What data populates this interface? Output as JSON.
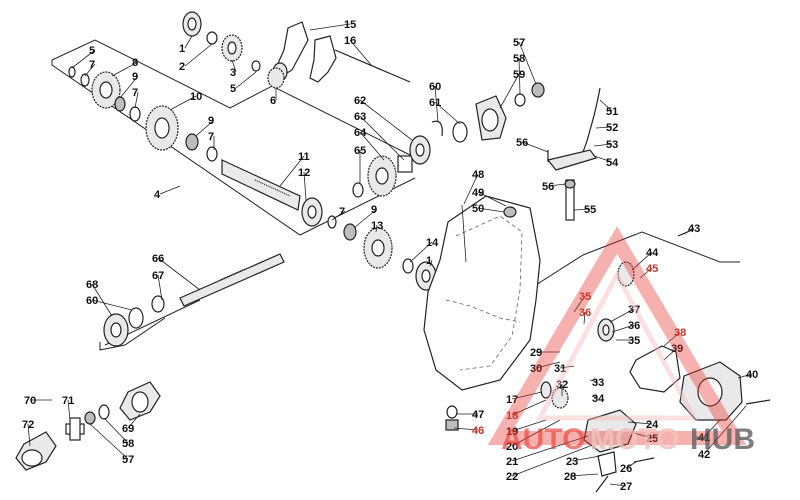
{
  "diagram": {
    "callouts": [
      {
        "id": "c1a",
        "label": "1"
      },
      {
        "id": "c2",
        "label": "2"
      },
      {
        "id": "c3",
        "label": "3"
      },
      {
        "id": "c5a",
        "label": "5"
      },
      {
        "id": "c6",
        "label": "6"
      },
      {
        "id": "c15",
        "label": "15"
      },
      {
        "id": "c16",
        "label": "16"
      },
      {
        "id": "c5b",
        "label": "5"
      },
      {
        "id": "c7a",
        "label": "7"
      },
      {
        "id": "c8",
        "label": "8"
      },
      {
        "id": "c9a",
        "label": "9"
      },
      {
        "id": "c7b",
        "label": "7"
      },
      {
        "id": "c10",
        "label": "10"
      },
      {
        "id": "c9b",
        "label": "9"
      },
      {
        "id": "c7c",
        "label": "7"
      },
      {
        "id": "c4",
        "label": "4"
      },
      {
        "id": "c11",
        "label": "11"
      },
      {
        "id": "c12",
        "label": "12"
      },
      {
        "id": "c62",
        "label": "62"
      },
      {
        "id": "c63",
        "label": "63"
      },
      {
        "id": "c64",
        "label": "64"
      },
      {
        "id": "c65",
        "label": "65"
      },
      {
        "id": "c60a",
        "label": "60"
      },
      {
        "id": "c61",
        "label": "61"
      },
      {
        "id": "c57a",
        "label": "57"
      },
      {
        "id": "c58a",
        "label": "58"
      },
      {
        "id": "c59",
        "label": "59"
      },
      {
        "id": "c51",
        "label": "51"
      },
      {
        "id": "c52",
        "label": "52"
      },
      {
        "id": "c53",
        "label": "53"
      },
      {
        "id": "c54",
        "label": "54"
      },
      {
        "id": "c56a",
        "label": "56"
      },
      {
        "id": "c56b",
        "label": "56"
      },
      {
        "id": "c55",
        "label": "55"
      },
      {
        "id": "c48",
        "label": "48"
      },
      {
        "id": "c49",
        "label": "49"
      },
      {
        "id": "c50",
        "label": "50"
      },
      {
        "id": "c7d",
        "label": "7"
      },
      {
        "id": "c9c",
        "label": "9"
      },
      {
        "id": "c13",
        "label": "13"
      },
      {
        "id": "c14",
        "label": "14"
      },
      {
        "id": "c1b",
        "label": "1"
      },
      {
        "id": "c66",
        "label": "66"
      },
      {
        "id": "c67",
        "label": "67"
      },
      {
        "id": "c68",
        "label": "68"
      },
      {
        "id": "c60b",
        "label": "60"
      },
      {
        "id": "c43",
        "label": "43"
      },
      {
        "id": "c44",
        "label": "44"
      },
      {
        "id": "c37",
        "label": "37"
      },
      {
        "id": "c36b",
        "label": "36"
      },
      {
        "id": "c35b",
        "label": "35"
      },
      {
        "id": "c39",
        "label": "39"
      },
      {
        "id": "c29",
        "label": "29"
      },
      {
        "id": "c30",
        "label": "30"
      },
      {
        "id": "c31",
        "label": "31"
      },
      {
        "id": "c32",
        "label": "32"
      },
      {
        "id": "c33",
        "label": "33"
      },
      {
        "id": "c34",
        "label": "34"
      },
      {
        "id": "c40",
        "label": "40"
      },
      {
        "id": "c17",
        "label": "17"
      },
      {
        "id": "c19",
        "label": "19"
      },
      {
        "id": "c20",
        "label": "20"
      },
      {
        "id": "c21",
        "label": "21"
      },
      {
        "id": "c22",
        "label": "22"
      },
      {
        "id": "c23",
        "label": "23"
      },
      {
        "id": "c24",
        "label": "24"
      },
      {
        "id": "c25",
        "label": "25"
      },
      {
        "id": "c26",
        "label": "26"
      },
      {
        "id": "c27",
        "label": "27"
      },
      {
        "id": "c28",
        "label": "28"
      },
      {
        "id": "c47",
        "label": "47"
      },
      {
        "id": "c41",
        "label": "41"
      },
      {
        "id": "c42",
        "label": "42"
      },
      {
        "id": "c70",
        "label": "70"
      },
      {
        "id": "c71",
        "label": "71"
      },
      {
        "id": "c72",
        "label": "72"
      },
      {
        "id": "c69",
        "label": "69"
      },
      {
        "id": "c58b",
        "label": "58"
      },
      {
        "id": "c57b",
        "label": "57"
      }
    ],
    "callouts_highlight": [
      {
        "id": "h45",
        "label": "45"
      },
      {
        "id": "h35a",
        "label": "35"
      },
      {
        "id": "h36a",
        "label": "36"
      },
      {
        "id": "h38",
        "label": "38"
      },
      {
        "id": "h18",
        "label": "18"
      },
      {
        "id": "h46",
        "label": "46"
      }
    ]
  },
  "watermark": {
    "brand": "AUTOMOTOHUB",
    "color_primary": "#e8332a",
    "color_secondary": "#f3b8b3",
    "color_dark": "#444444"
  }
}
